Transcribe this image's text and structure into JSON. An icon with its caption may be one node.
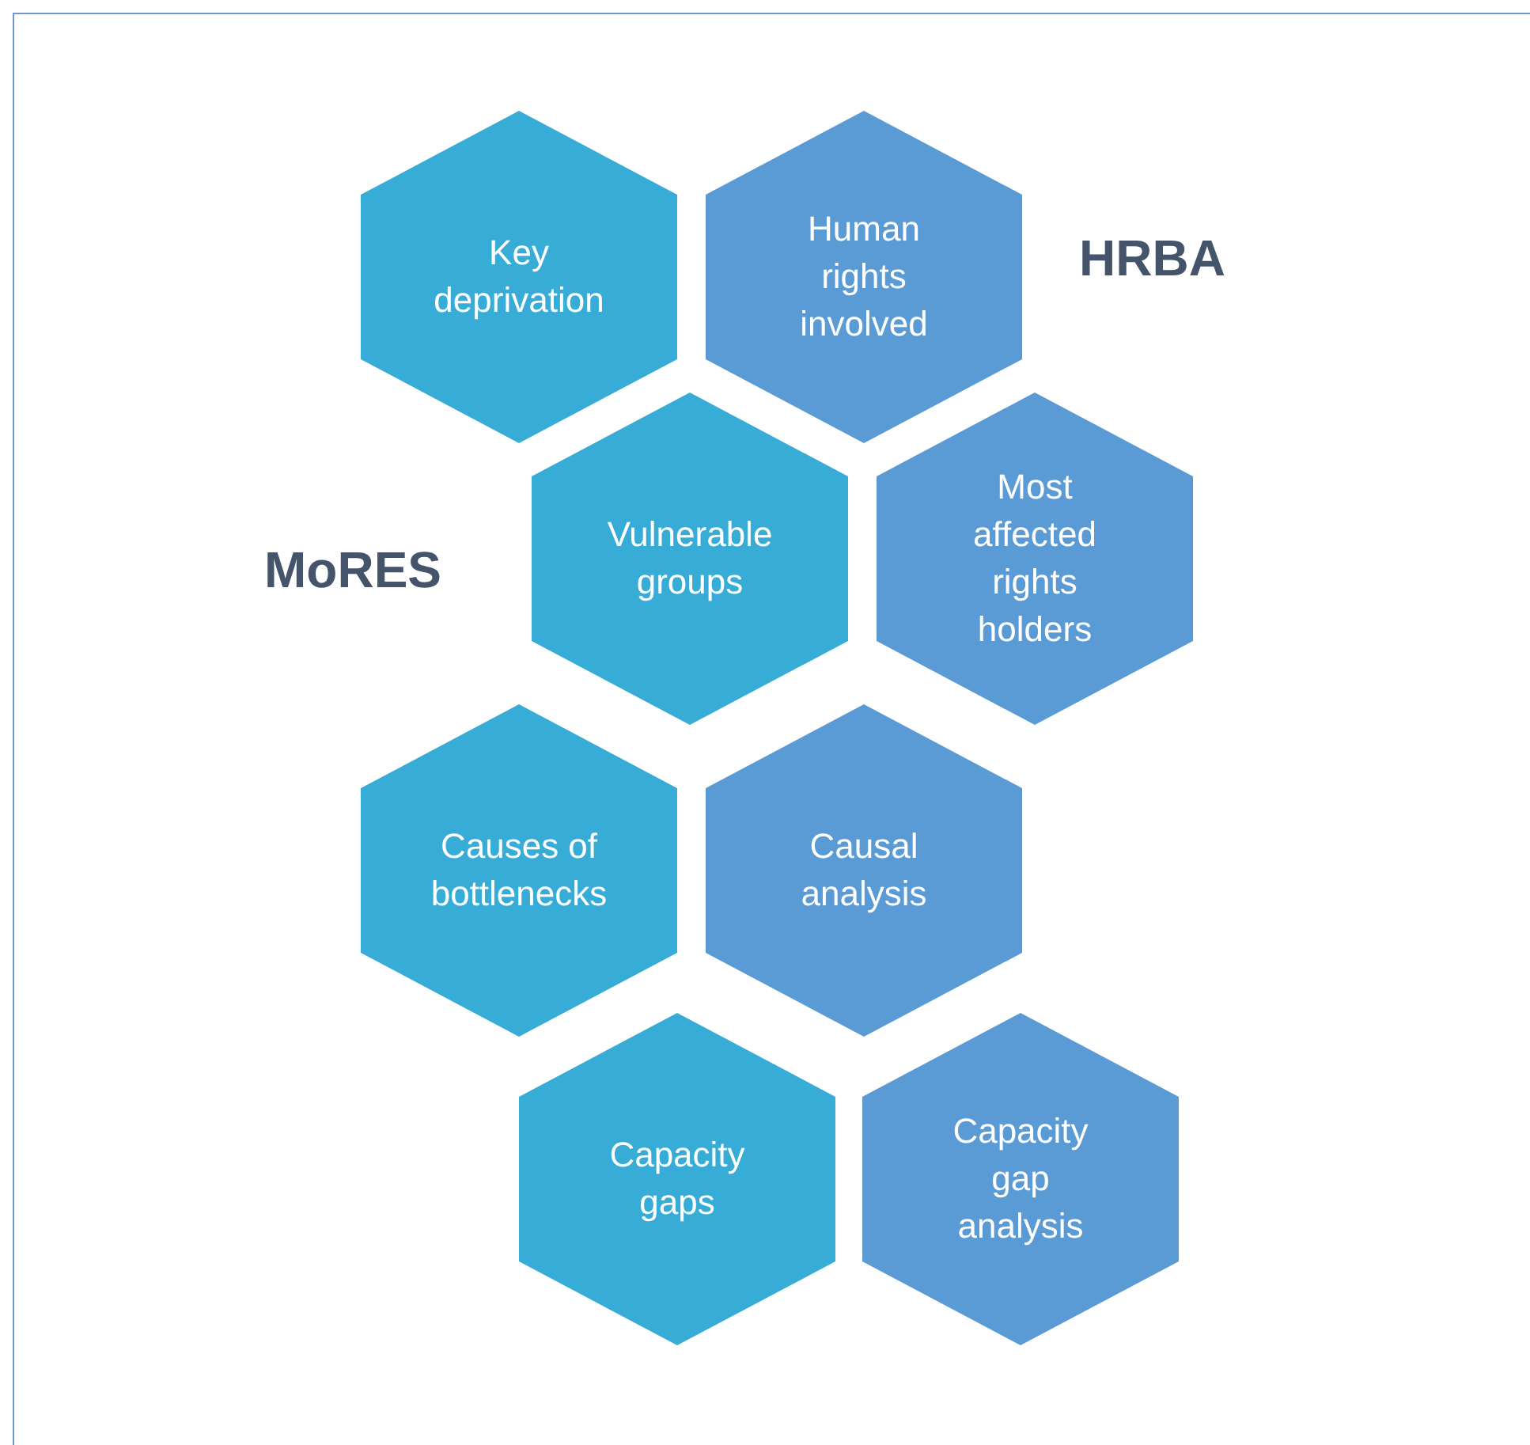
{
  "diagram": {
    "nodes": [
      {
        "text": [
          "Key deprivation"
        ]
      },
      {
        "text": [
          "Human rights involved"
        ]
      },
      {
        "text": [
          "Vulnerable groups"
        ]
      },
      {
        "text": [
          "Most affected rights holders"
        ]
      },
      {
        "text": [
          "Causes of bottlenecks"
        ]
      },
      {
        "text": [
          "Causal analysis"
        ]
      },
      {
        "text": [
          "Capacity gaps"
        ]
      },
      {
        "text": [
          "Capacity gap analysis"
        ]
      }
    ],
    "edges": [],
    "labels": [
      "HRBA",
      "MoRES"
    ]
  }
}
